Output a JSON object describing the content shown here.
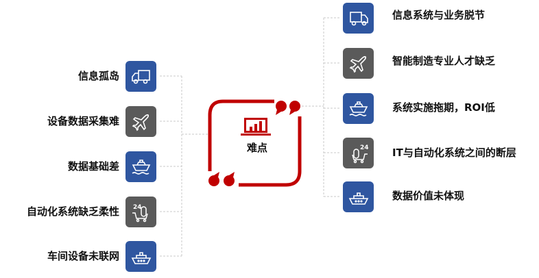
{
  "center": {
    "title": "难点",
    "icon": "laptop-chart-icon",
    "accent": "#c00000"
  },
  "left_items": [
    {
      "label": "信息孤岛",
      "icon": "truck-icon",
      "color": "#2f56a0"
    },
    {
      "label": "设备数据采集难",
      "icon": "airplane-icon",
      "color": "#5a5a5a"
    },
    {
      "label": "数据基础差",
      "icon": "ship-icon",
      "color": "#2f56a0"
    },
    {
      "label": "自动化系统缺乏柔性",
      "icon": "24hrs-cart-icon",
      "color": "#5a5a5a"
    },
    {
      "label": "车间设备未联网",
      "icon": "boat-icon",
      "color": "#2f56a0"
    }
  ],
  "right_items": [
    {
      "label": "信息系统与业务脱节",
      "icon": "truck-icon",
      "color": "#2f56a0"
    },
    {
      "label": "智能制造专业人才缺乏",
      "icon": "airplane-icon",
      "color": "#5a5a5a"
    },
    {
      "label": "系统实施拖期，ROI低",
      "icon": "ship-icon",
      "color": "#2f56a0"
    },
    {
      "label": "IT与自动化系统之间的断层",
      "icon": "24hrs-cart-icon",
      "color": "#5a5a5a"
    },
    {
      "label": "数据价值未体现",
      "icon": "boat-icon",
      "color": "#2f56a0"
    }
  ]
}
